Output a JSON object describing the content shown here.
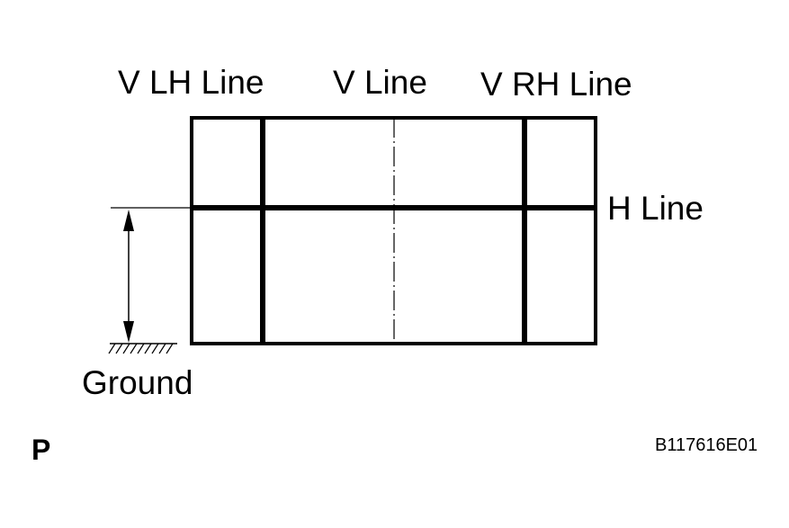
{
  "labels": {
    "v_lh_line": "V LH Line",
    "v_line": "V Line",
    "v_rh_line": "V RH Line",
    "h_line": "H Line",
    "ground": "Ground",
    "p_marker": "P",
    "figure_code": "B117616E01"
  },
  "colors": {
    "ink": "#000000",
    "background": "#ffffff"
  }
}
